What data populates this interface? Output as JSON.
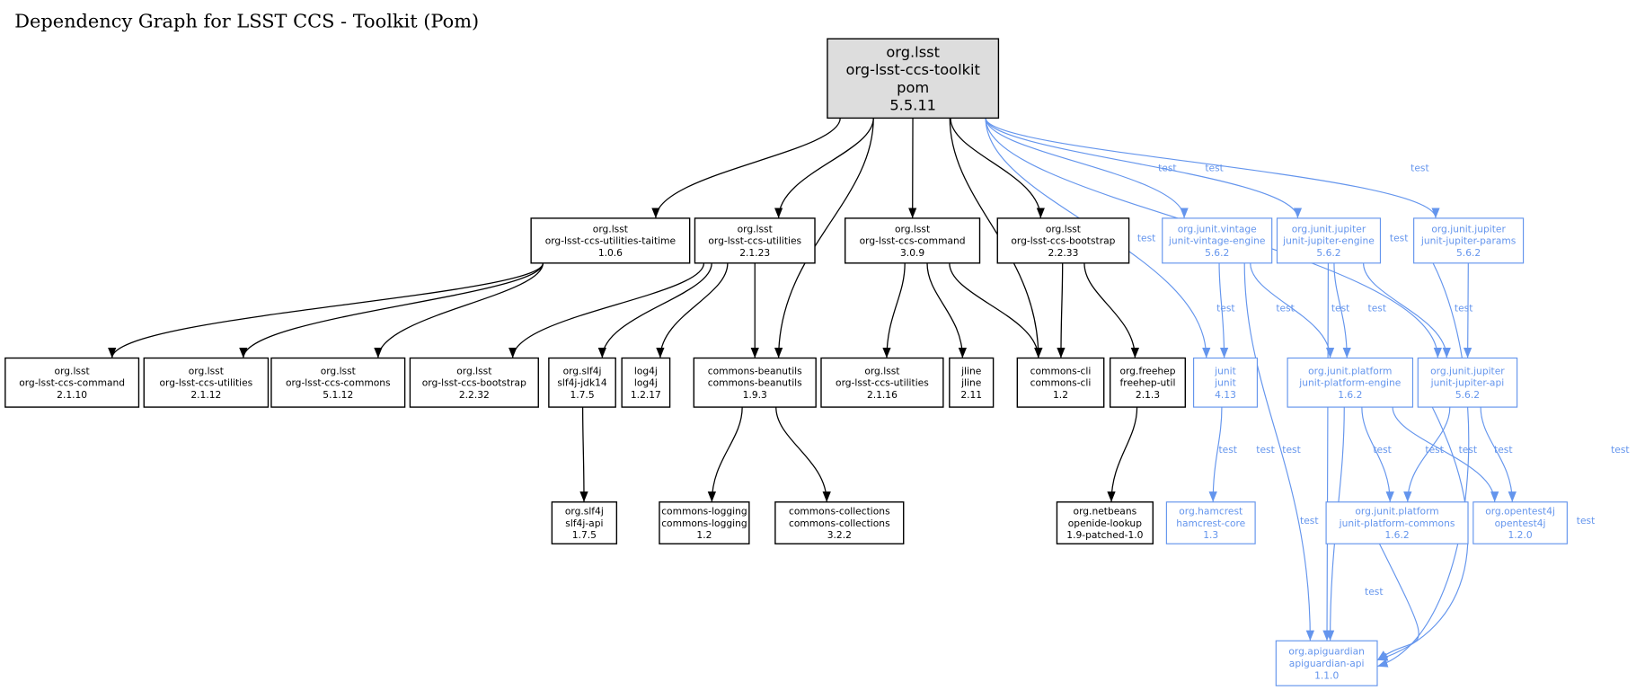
{
  "title": "Dependency Graph for LSST CCS - Toolkit (Pom)",
  "colors": {
    "normal": "#000000",
    "test": "#6495ed",
    "root_fill": "#dddddd"
  },
  "nodes": [
    {
      "id": "root",
      "kind": "root",
      "lines": [
        "org.lsst",
        "org-lsst-ccs-toolkit",
        "pom",
        "5.5.11"
      ]
    },
    {
      "id": "taitime",
      "kind": "normal",
      "lines": [
        "org.lsst",
        "org-lsst-ccs-utilities-taitime",
        "1.0.6"
      ]
    },
    {
      "id": "util2123",
      "kind": "normal",
      "lines": [
        "org.lsst",
        "org-lsst-ccs-utilities",
        "2.1.23"
      ]
    },
    {
      "id": "cmd309",
      "kind": "normal",
      "lines": [
        "org.lsst",
        "org-lsst-ccs-command",
        "3.0.9"
      ]
    },
    {
      "id": "boot2233",
      "kind": "normal",
      "lines": [
        "org.lsst",
        "org-lsst-ccs-bootstrap",
        "2.2.33"
      ]
    },
    {
      "id": "vintage",
      "kind": "test",
      "lines": [
        "org.junit.vintage",
        "junit-vintage-engine",
        "5.6.2"
      ]
    },
    {
      "id": "jengine",
      "kind": "test",
      "lines": [
        "org.junit.jupiter",
        "junit-jupiter-engine",
        "5.6.2"
      ]
    },
    {
      "id": "jparams",
      "kind": "test",
      "lines": [
        "org.junit.jupiter",
        "junit-jupiter-params",
        "5.6.2"
      ]
    },
    {
      "id": "cmd2110",
      "kind": "normal",
      "lines": [
        "org.lsst",
        "org-lsst-ccs-command",
        "2.1.10"
      ]
    },
    {
      "id": "util2112",
      "kind": "normal",
      "lines": [
        "org.lsst",
        "org-lsst-ccs-utilities",
        "2.1.12"
      ]
    },
    {
      "id": "commons5112",
      "kind": "normal",
      "lines": [
        "org.lsst",
        "org-lsst-ccs-commons",
        "5.1.12"
      ]
    },
    {
      "id": "boot2232",
      "kind": "normal",
      "lines": [
        "org.lsst",
        "org-lsst-ccs-bootstrap",
        "2.2.32"
      ]
    },
    {
      "id": "jdk14",
      "kind": "normal",
      "lines": [
        "org.slf4j",
        "slf4j-jdk14",
        "1.7.5"
      ]
    },
    {
      "id": "log4j",
      "kind": "normal",
      "lines": [
        "log4j",
        "log4j",
        "1.2.17"
      ]
    },
    {
      "id": "beanutils",
      "kind": "normal",
      "lines": [
        "commons-beanutils",
        "commons-beanutils",
        "1.9.3"
      ]
    },
    {
      "id": "util2116",
      "kind": "normal",
      "lines": [
        "org.lsst",
        "org-lsst-ccs-utilities",
        "2.1.16"
      ]
    },
    {
      "id": "jline",
      "kind": "normal",
      "lines": [
        "jline",
        "jline",
        "2.11"
      ]
    },
    {
      "id": "cli",
      "kind": "normal",
      "lines": [
        "commons-cli",
        "commons-cli",
        "1.2"
      ]
    },
    {
      "id": "freehep",
      "kind": "normal",
      "lines": [
        "org.freehep",
        "freehep-util",
        "2.1.3"
      ]
    },
    {
      "id": "junit",
      "kind": "test",
      "lines": [
        "junit",
        "junit",
        "4.13"
      ]
    },
    {
      "id": "pengine",
      "kind": "test",
      "lines": [
        "org.junit.platform",
        "junit-platform-engine",
        "1.6.2"
      ]
    },
    {
      "id": "japi",
      "kind": "test",
      "lines": [
        "org.junit.jupiter",
        "junit-jupiter-api",
        "5.6.2"
      ]
    },
    {
      "id": "slf4japi",
      "kind": "normal",
      "lines": [
        "org.slf4j",
        "slf4j-api",
        "1.7.5"
      ]
    },
    {
      "id": "logging",
      "kind": "normal",
      "lines": [
        "commons-logging",
        "commons-logging",
        "1.2"
      ]
    },
    {
      "id": "collections",
      "kind": "normal",
      "lines": [
        "commons-collections",
        "commons-collections",
        "3.2.2"
      ]
    },
    {
      "id": "openide",
      "kind": "normal",
      "lines": [
        "org.netbeans",
        "openide-lookup",
        "1.9-patched-1.0"
      ]
    },
    {
      "id": "hamcrest",
      "kind": "test",
      "lines": [
        "org.hamcrest",
        "hamcrest-core",
        "1.3"
      ]
    },
    {
      "id": "pcommons",
      "kind": "test",
      "lines": [
        "org.junit.platform",
        "junit-platform-commons",
        "1.6.2"
      ]
    },
    {
      "id": "opentest4j",
      "kind": "test",
      "lines": [
        "org.opentest4j",
        "opentest4j",
        "1.2.0"
      ]
    },
    {
      "id": "apiguardian",
      "kind": "test",
      "lines": [
        "org.apiguardian",
        "apiguardian-api",
        "1.1.0"
      ]
    }
  ],
  "edges": [
    {
      "from": "root",
      "to": "taitime"
    },
    {
      "from": "root",
      "to": "util2123"
    },
    {
      "from": "root",
      "to": "beanutils"
    },
    {
      "from": "root",
      "to": "cmd309"
    },
    {
      "from": "root",
      "to": "cli"
    },
    {
      "from": "root",
      "to": "boot2233"
    },
    {
      "from": "root",
      "to": "junit",
      "label": "test"
    },
    {
      "from": "root",
      "to": "vintage",
      "label": "test"
    },
    {
      "from": "root",
      "to": "jengine",
      "label": "test"
    },
    {
      "from": "root",
      "to": "japi",
      "label": "test"
    },
    {
      "from": "root",
      "to": "jparams",
      "label": "test"
    },
    {
      "from": "taitime",
      "to": "cmd2110"
    },
    {
      "from": "taitime",
      "to": "util2112"
    },
    {
      "from": "taitime",
      "to": "commons5112"
    },
    {
      "from": "util2123",
      "to": "boot2232"
    },
    {
      "from": "util2123",
      "to": "jdk14"
    },
    {
      "from": "util2123",
      "to": "log4j"
    },
    {
      "from": "util2123",
      "to": "beanutils"
    },
    {
      "from": "cmd309",
      "to": "util2116"
    },
    {
      "from": "cmd309",
      "to": "jline"
    },
    {
      "from": "cmd309",
      "to": "cli"
    },
    {
      "from": "boot2233",
      "to": "cli"
    },
    {
      "from": "boot2233",
      "to": "freehep"
    },
    {
      "from": "jdk14",
      "to": "slf4japi"
    },
    {
      "from": "beanutils",
      "to": "logging"
    },
    {
      "from": "beanutils",
      "to": "collections"
    },
    {
      "from": "freehep",
      "to": "openide"
    },
    {
      "from": "vintage",
      "to": "junit",
      "label": "test"
    },
    {
      "from": "vintage",
      "to": "pengine",
      "label": "test"
    },
    {
      "from": "vintage",
      "to": "apiguardian",
      "label": "test"
    },
    {
      "from": "jengine",
      "to": "apiguardian",
      "label": "test"
    },
    {
      "from": "jengine",
      "to": "pengine",
      "label": "test"
    },
    {
      "from": "jengine",
      "to": "japi",
      "label": "test"
    },
    {
      "from": "jparams",
      "to": "japi",
      "label": "test"
    },
    {
      "from": "jparams",
      "to": "apiguardian",
      "label": "test"
    },
    {
      "from": "junit",
      "to": "hamcrest",
      "label": "test"
    },
    {
      "from": "pengine",
      "to": "pcommons",
      "label": "test"
    },
    {
      "from": "pengine",
      "to": "opentest4j",
      "label": "test"
    },
    {
      "from": "pengine",
      "to": "apiguardian",
      "label": "test"
    },
    {
      "from": "japi",
      "to": "pcommons",
      "label": "test"
    },
    {
      "from": "japi",
      "to": "opentest4j",
      "label": "test"
    },
    {
      "from": "japi",
      "to": "apiguardian",
      "label": "test"
    },
    {
      "from": "pcommons",
      "to": "apiguardian",
      "label": "test"
    }
  ]
}
